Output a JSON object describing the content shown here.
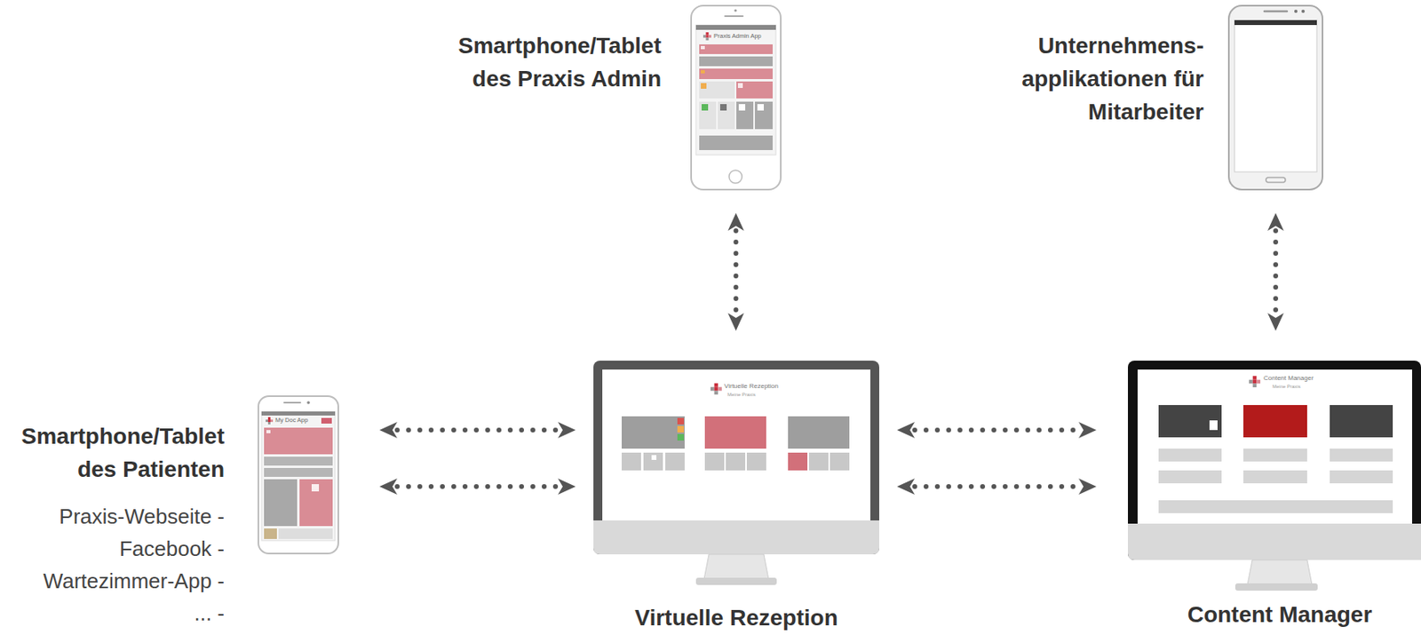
{
  "diagram": {
    "nodes": [
      {
        "text": [
          "Smartphone/Tablet des Praxis Admin"
        ]
      },
      {
        "text": [
          "Unternehmens- applikationen für Mitarbeiter"
        ]
      },
      {
        "text": [
          "Smartphone/Tablet des Patienten",
          "Praxis-Webseite -",
          "Facebook -",
          "Wartezimmer-App -",
          "... -"
        ]
      },
      {
        "text": [
          "Virtuelle Rezeption"
        ]
      },
      {
        "text": [
          "Content Manager"
        ]
      }
    ],
    "edges": [
      {
        "from": 0,
        "to": 3,
        "arrow": "both"
      },
      {
        "from": 1,
        "to": 4,
        "arrow": "both"
      },
      {
        "from": 2,
        "to": 3,
        "arrow": "both"
      },
      {
        "from": 2,
        "to": 3,
        "arrow": "both"
      },
      {
        "from": 3,
        "to": 4,
        "arrow": "both"
      },
      {
        "from": 3,
        "to": 4,
        "arrow": "both"
      }
    ],
    "labels": [
      "Praxis Admin App",
      "My Doc App",
      "Virtuelle Rezeption",
      "Meine Praxis",
      "Content Manager",
      "Meine Praxis"
    ]
  }
}
